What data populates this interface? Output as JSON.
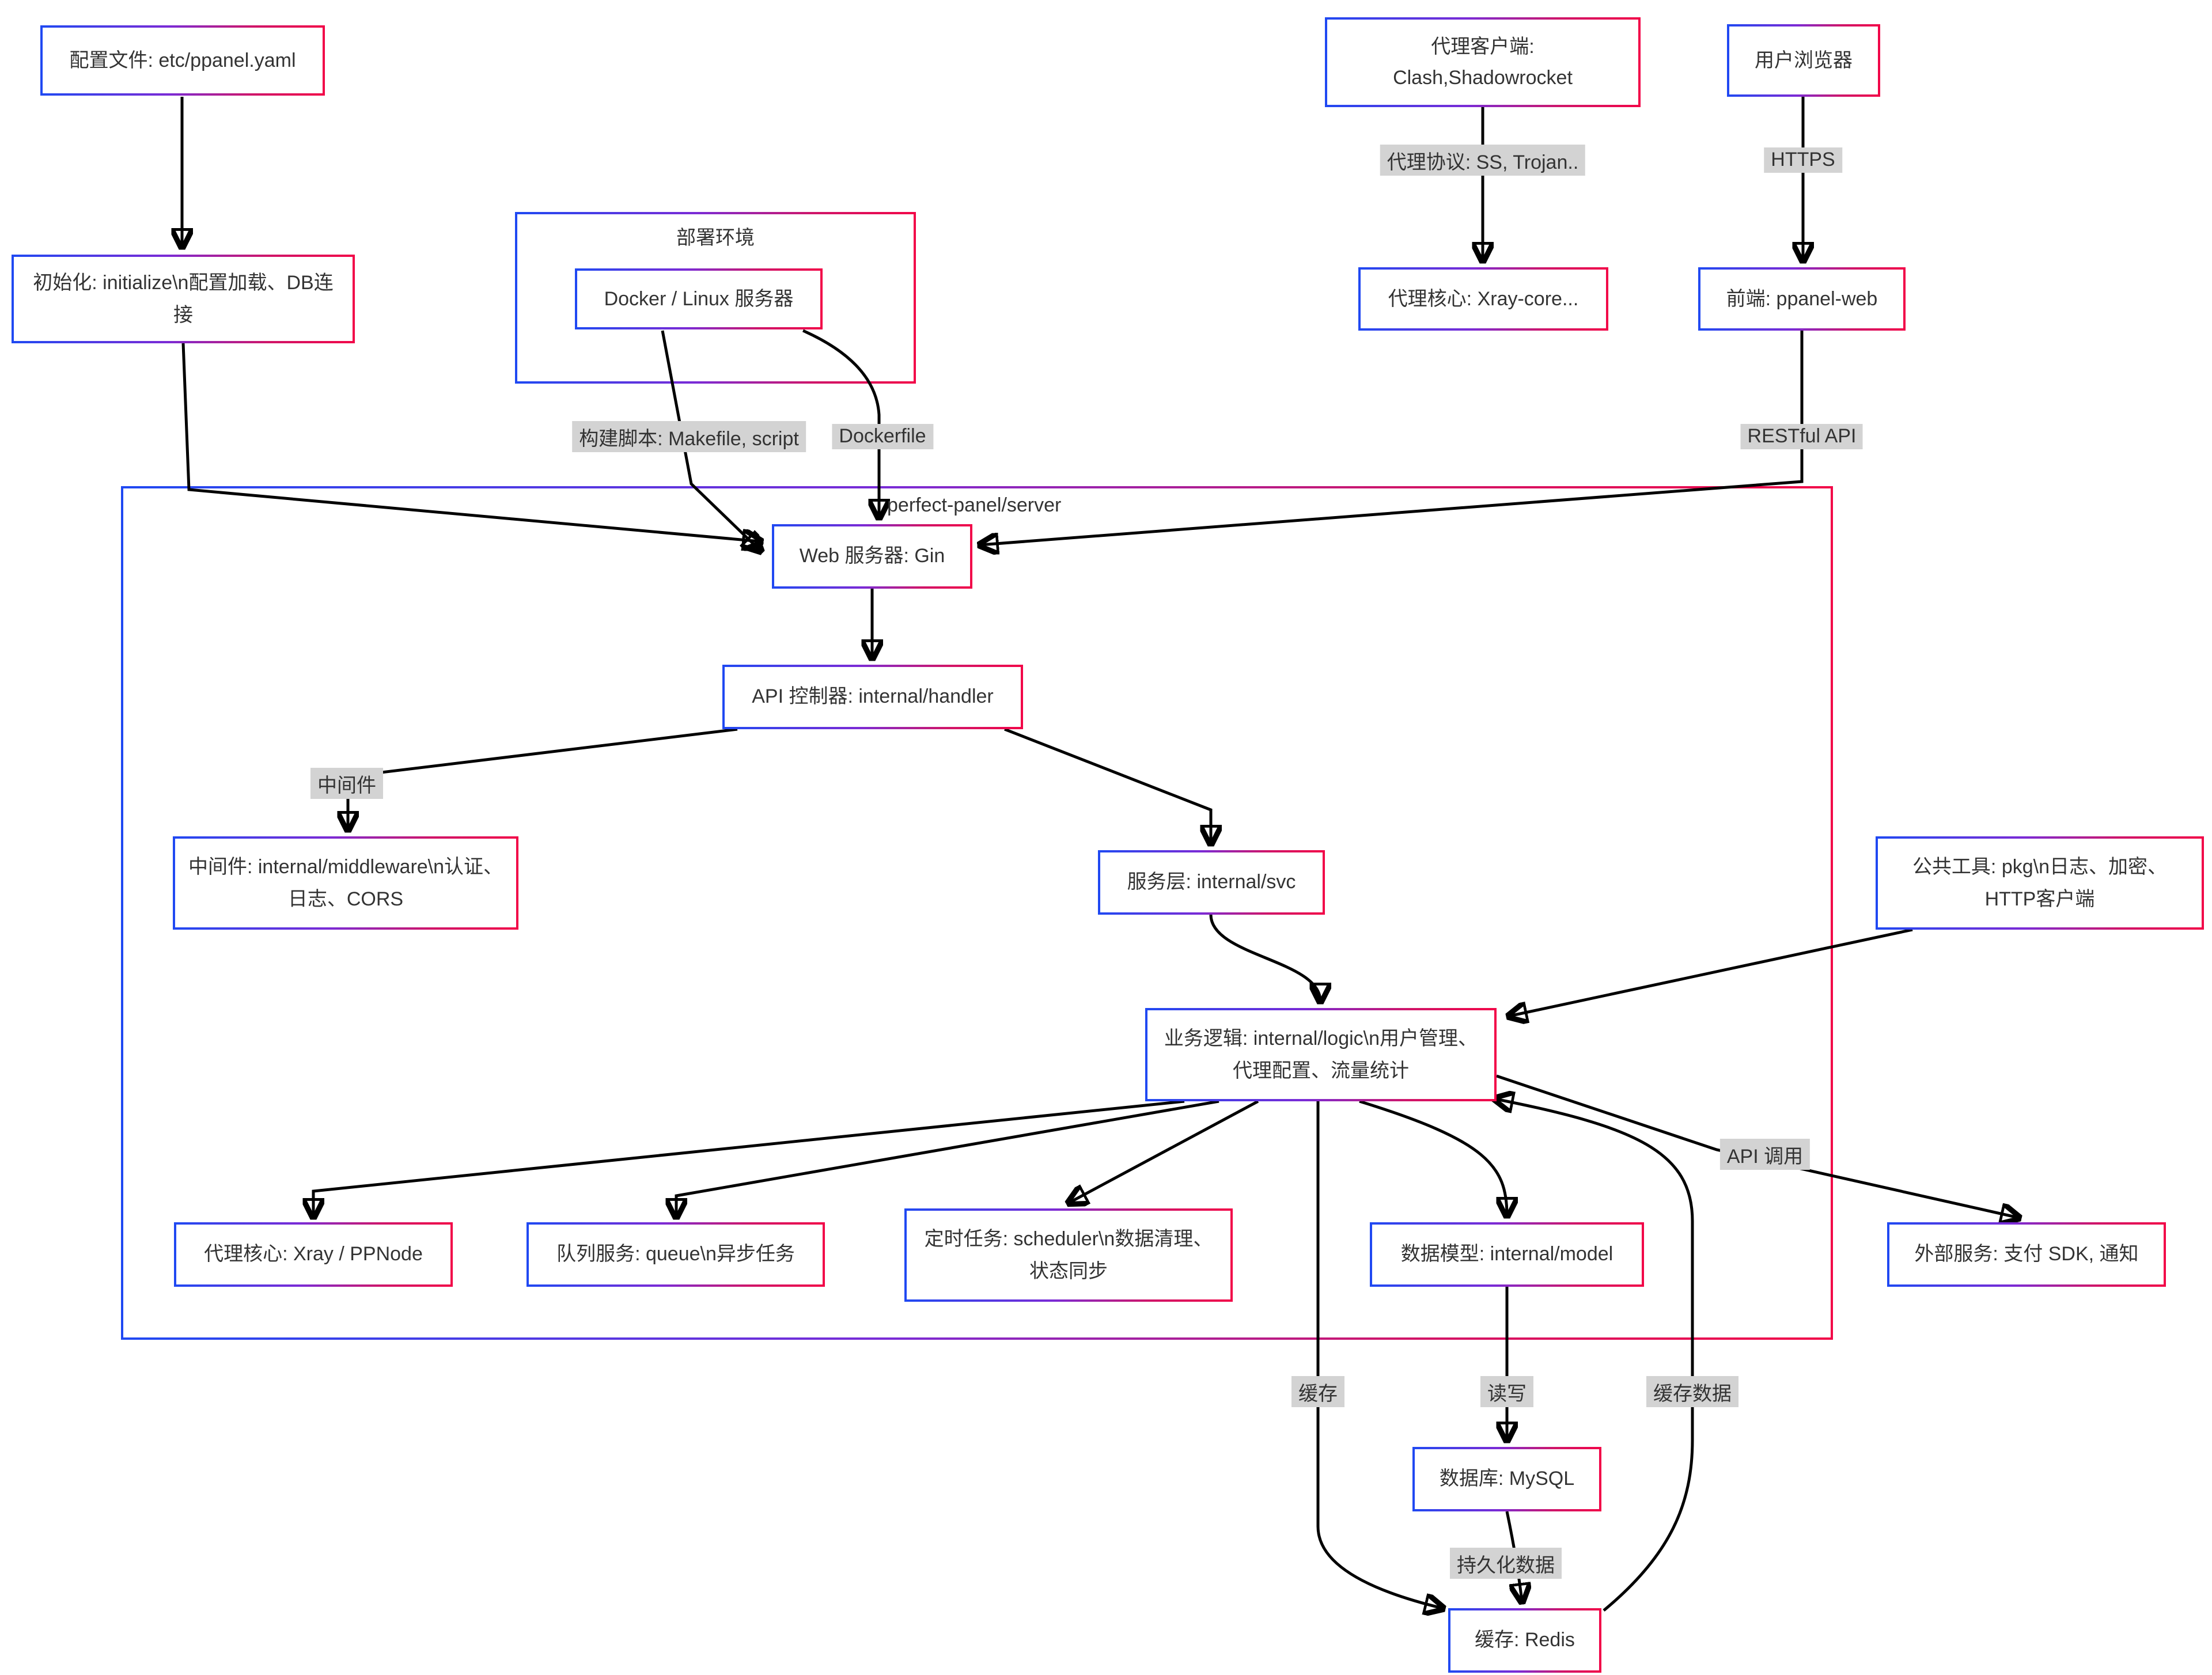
{
  "subgraphs": {
    "deploy": {
      "label": "部署环境"
    },
    "server": {
      "label": "perfect-panel/server"
    }
  },
  "nodes": {
    "config": "配置文件: etc/ppanel.yaml",
    "init": "初始化: initialize\\n配置加载、DB连接",
    "docker": "Docker / Linux 服务器",
    "client": "代理客户端: Clash,Shadowrocket",
    "xraycore": "代理核心: Xray-core...",
    "browser": "用户浏览器",
    "frontend": "前端: ppanel-web",
    "web": "Web 服务器: Gin",
    "handler": "API 控制器: internal/handler",
    "middleware": "中间件: internal/middleware\\n认证、日志、CORS",
    "svc": "服务层: internal/svc",
    "logic": "业务逻辑: internal/logic\\n用户管理、代理配置、流量统计",
    "pkg": "公共工具: pkg\\n日志、加密、HTTP客户端",
    "xraynode": "代理核心: Xray / PPNode",
    "queue": "队列服务: queue\\n异步任务",
    "scheduler": "定时任务: scheduler\\n数据清理、状态同步",
    "model": "数据模型: internal/model",
    "external": "外部服务: 支付 SDK, 通知",
    "mysql": "数据库: MySQL",
    "redis": "缓存: Redis"
  },
  "labels": {
    "proxy_protocol": "代理协议: SS, Trojan..",
    "https": "HTTPS",
    "build_script": "构建脚本: Makefile, script",
    "dockerfile": "Dockerfile",
    "restful_api": "RESTful API",
    "middleware": "中间件",
    "api_call": "API 调用",
    "cache": "缓存",
    "read_write": "读写",
    "cache_data": "缓存数据",
    "persist": "持久化数据"
  },
  "edges": [
    {
      "from": "config",
      "to": "init",
      "label": ""
    },
    {
      "from": "init",
      "to": "web",
      "label": ""
    },
    {
      "from": "docker",
      "to": "web",
      "label": "构建脚本: Makefile, script"
    },
    {
      "from": "docker",
      "to": "web",
      "label": "Dockerfile"
    },
    {
      "from": "client",
      "to": "xraycore",
      "label": "代理协议: SS, Trojan.."
    },
    {
      "from": "browser",
      "to": "frontend",
      "label": "HTTPS"
    },
    {
      "from": "frontend",
      "to": "web",
      "label": "RESTful API"
    },
    {
      "from": "web",
      "to": "handler",
      "label": ""
    },
    {
      "from": "handler",
      "to": "middleware",
      "label": "中间件"
    },
    {
      "from": "handler",
      "to": "svc",
      "label": ""
    },
    {
      "from": "svc",
      "to": "logic",
      "label": ""
    },
    {
      "from": "logic",
      "to": "xraynode",
      "label": ""
    },
    {
      "from": "logic",
      "to": "queue",
      "label": ""
    },
    {
      "from": "logic",
      "to": "scheduler",
      "label": ""
    },
    {
      "from": "logic",
      "to": "model",
      "label": ""
    },
    {
      "from": "logic",
      "to": "external",
      "label": "API 调用"
    },
    {
      "from": "pkg",
      "to": "logic",
      "label": ""
    },
    {
      "from": "logic",
      "to": "redis",
      "label": "缓存"
    },
    {
      "from": "redis",
      "to": "logic",
      "label": "缓存数据"
    },
    {
      "from": "model",
      "to": "mysql",
      "label": "读写"
    },
    {
      "from": "mysql",
      "to": "redis",
      "label": "持久化数据"
    }
  ],
  "colors": {
    "border_gradient": [
      "#1f49f2",
      "#7a2bd6",
      "#d01568",
      "#f20548"
    ],
    "edge": "#000000",
    "edge_label_bg": "#d3d3d3",
    "text": "#333333",
    "background": "#ffffff"
  }
}
